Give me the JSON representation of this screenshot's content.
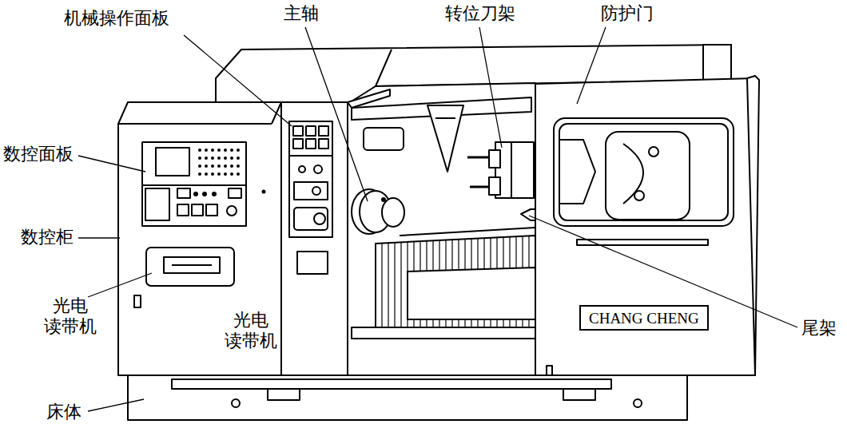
{
  "diagram": {
    "nodes": [
      {
        "text": [
          "CHANG CHENG"
        ]
      }
    ],
    "labels": [
      "机械操作面板",
      "主轴",
      "转位刀架",
      "防护门",
      "数控面板",
      "数控柜",
      "光电 读带机",
      "光电 读带机",
      "尾架",
      "床体"
    ]
  }
}
